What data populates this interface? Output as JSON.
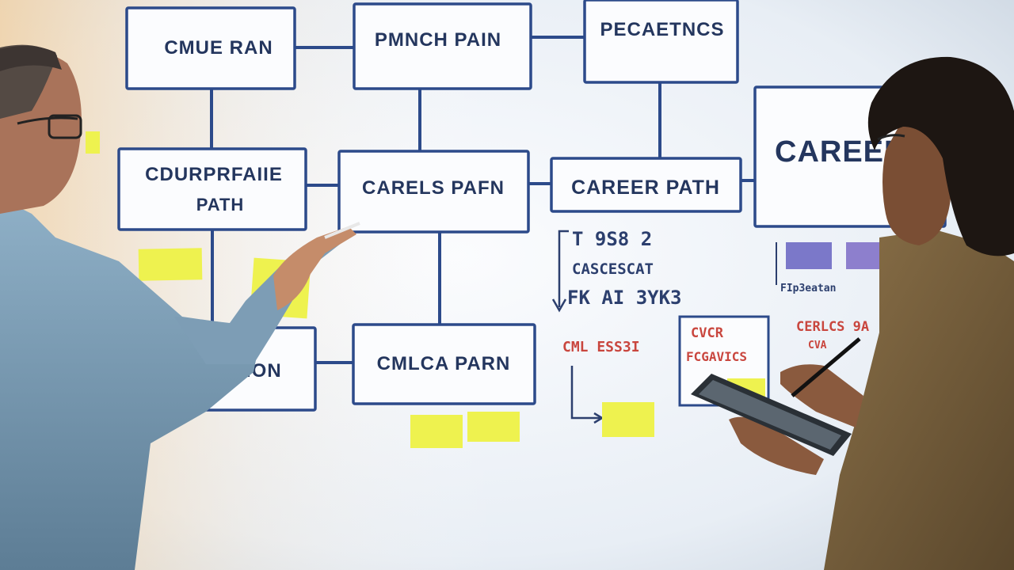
{
  "scene": {
    "description_colors": {
      "board": "#f3f6fa",
      "ink": "#24365e",
      "sticky": "#eef24f",
      "shirt": "#7e9fb8",
      "jacket": "#7a6240"
    }
  },
  "boxes": {
    "b1": "CMUE RAN",
    "b2": "PMNCH PAIN",
    "b3": "PECAETNCS",
    "b4_l1": "CDURPRFAIIE",
    "b4_l2": "PATH",
    "b5": "CARELS PAFN",
    "b6": "CAREER PATH",
    "b7": "CAREER",
    "b8": "ION",
    "b9": "CMLCA PARN"
  },
  "notes": {
    "n1": "T 9S8 2",
    "n2": "CASCESCAT",
    "n3": "FK AI 3YK3",
    "n4": "CML ESS3I",
    "n5_l1": "CVCR",
    "n5_l2": "FCGAVICS",
    "n6_l1": "CERLCS 9A",
    "n6_l2": "CVA",
    "n7": "FIp3eatan"
  }
}
